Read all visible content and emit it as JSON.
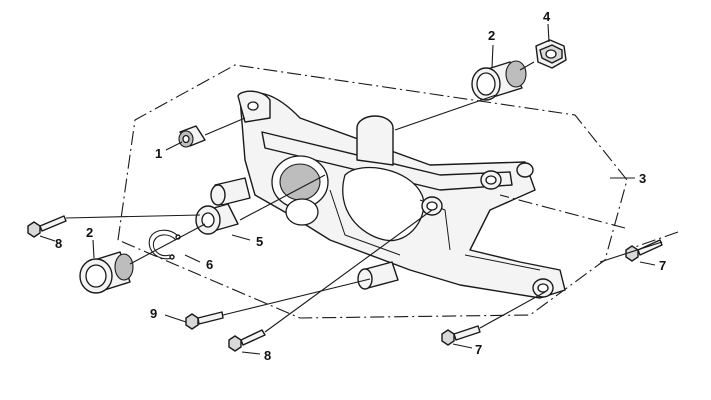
{
  "callouts": [
    {
      "id": "c1",
      "label": "1"
    },
    {
      "id": "c2a",
      "label": "2"
    },
    {
      "id": "c2b",
      "label": "2"
    },
    {
      "id": "c3",
      "label": "3"
    },
    {
      "id": "c4",
      "label": "4"
    },
    {
      "id": "c5",
      "label": "5"
    },
    {
      "id": "c6",
      "label": "6"
    },
    {
      "id": "c7a",
      "label": "7"
    },
    {
      "id": "c7b",
      "label": "7"
    },
    {
      "id": "c8a",
      "label": "8"
    },
    {
      "id": "c8b",
      "label": "8"
    },
    {
      "id": "c9",
      "label": "9"
    }
  ],
  "colors": {
    "line": "#1a1a1a",
    "fill_light": "#f4f4f4",
    "fill_shade": "#bdbdbd",
    "background": "#ffffff"
  }
}
